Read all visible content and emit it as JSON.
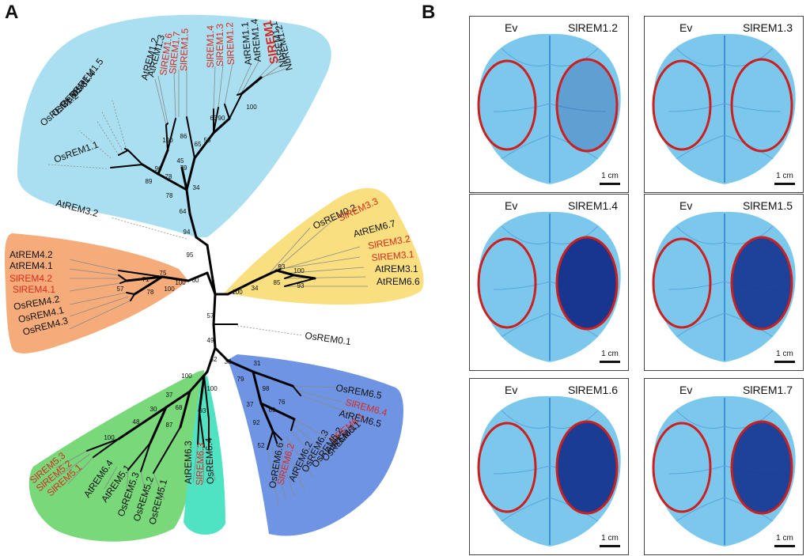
{
  "panels": {
    "a": "A",
    "b": "B"
  },
  "colors": {
    "tree_line": "#000000",
    "thin_line": "#8a8a8a",
    "label_red": "#d62a20",
    "label_black": "#111111",
    "clade_cyan": "#a9dff0",
    "clade_yellow": "#f9df7f",
    "clade_orange": "#f6ac7a",
    "clade_green": "#78d87a",
    "clade_teal": "#4fe3c4",
    "clade_blue": "#6f94e3",
    "leaf_light": "#7cc8ec",
    "leaf_dark": "#16368f",
    "circle": "#cc1f1f"
  },
  "tree": {
    "leaves": [
      {
        "label": "OsREM1.1",
        "red": false
      },
      {
        "label": "OsREM1.2",
        "red": false
      },
      {
        "label": "OsREM1.3",
        "red": false
      },
      {
        "label": "OsREM1.4",
        "red": false
      },
      {
        "label": "OsREM1.5",
        "red": false
      },
      {
        "label": "AtREM1.2",
        "red": false
      },
      {
        "label": "AtREM1.3",
        "red": false
      },
      {
        "label": "SlREM1.6",
        "red": true
      },
      {
        "label": "SlREM1.7",
        "red": true
      },
      {
        "label": "SlREM1.5",
        "red": true
      },
      {
        "label": "SlREM1.4",
        "red": true
      },
      {
        "label": "SlREM1.3",
        "red": true
      },
      {
        "label": "SlREM1.2",
        "red": true
      },
      {
        "label": "AtREM1.1",
        "red": false
      },
      {
        "label": "AtREM1.4",
        "red": false
      },
      {
        "label": "SlREM1",
        "red": true
      },
      {
        "label": "NbREM1.1",
        "red": false
      },
      {
        "label": "NbREM1.2",
        "red": false
      },
      {
        "label": "AtREM3.2",
        "red": false
      },
      {
        "label": "OsREM0.2",
        "red": false
      },
      {
        "label": "SlREM3.3",
        "red": true
      },
      {
        "label": "AtREM6.7",
        "red": false
      },
      {
        "label": "SlREM3.2",
        "red": true
      },
      {
        "label": "SlREM3.1",
        "red": true
      },
      {
        "label": "AtREM3.1",
        "red": false
      },
      {
        "label": "AtREM6.6",
        "red": false
      },
      {
        "label": "AtREM4.2",
        "red": false
      },
      {
        "label": "AtREM4.1",
        "red": false
      },
      {
        "label": "SlREM4.2",
        "red": true
      },
      {
        "label": "SlREM4.1",
        "red": true
      },
      {
        "label": "OsREM4.2",
        "red": false
      },
      {
        "label": "OsREM4.1",
        "red": false
      },
      {
        "label": "OsREM4.3",
        "red": false
      },
      {
        "label": "OsREM0.1",
        "red": false
      },
      {
        "label": "OsREM6.5",
        "red": false
      },
      {
        "label": "SlREM6.4",
        "red": true
      },
      {
        "label": "AtREM6.5",
        "red": false
      },
      {
        "label": "SlREM6.1",
        "red": true
      },
      {
        "label": "AtREM6.1",
        "red": false
      },
      {
        "label": "OsREM6.1",
        "red": false
      },
      {
        "label": "OsREM6.2",
        "red": false
      },
      {
        "label": "OsREM6.3",
        "red": false
      },
      {
        "label": "AtREM6.2",
        "red": false
      },
      {
        "label": "SlREM6.2",
        "red": true
      },
      {
        "label": "OsREM6.6",
        "red": false
      },
      {
        "label": "AtREM6.3",
        "red": false
      },
      {
        "label": "SlREM6.3",
        "red": true
      },
      {
        "label": "OsREM6.4",
        "red": false
      },
      {
        "label": "SlREM5.3",
        "red": true
      },
      {
        "label": "SlREM5.2",
        "red": true
      },
      {
        "label": "SlREM5.1",
        "red": true
      },
      {
        "label": "AtREM6.4",
        "red": false
      },
      {
        "label": "AtREM5.1",
        "red": false
      },
      {
        "label": "OsREM5.3",
        "red": false
      },
      {
        "label": "OsREM5.2",
        "red": false
      },
      {
        "label": "OsREM5.1",
        "red": false
      }
    ],
    "bootstrap": [
      "100",
      "45",
      "86",
      "78",
      "96",
      "89",
      "78",
      "65",
      "79",
      "58",
      "63",
      "90",
      "100",
      "34",
      "64",
      "94",
      "95",
      "60",
      "100",
      "75",
      "71",
      "57",
      "78",
      "100",
      "93",
      "100",
      "34",
      "85",
      "93",
      "100",
      "57",
      "49",
      "62",
      "38",
      "31",
      "79",
      "98",
      "76",
      "37",
      "69",
      "92",
      "52",
      "100",
      "100",
      "93",
      "37",
      "30",
      "68",
      "48",
      "87",
      "100"
    ]
  },
  "leaf_tests": [
    {
      "left_label": "Ev",
      "right_label": "SlREM1.2",
      "scale": "1 cm",
      "right_strength": 0.15
    },
    {
      "left_label": "Ev",
      "right_label": "SlREM1.3",
      "scale": "1 cm",
      "right_strength": 0.0
    },
    {
      "left_label": "Ev",
      "right_label": "SlREM1.4",
      "scale": "1 cm",
      "right_strength": 1.0
    },
    {
      "left_label": "Ev",
      "right_label": "SlREM1.5",
      "scale": "1 cm",
      "right_strength": 0.9
    },
    {
      "left_label": "Ev",
      "right_label": "SlREM1.6",
      "scale": "1 cm",
      "right_strength": 0.95
    },
    {
      "left_label": "Ev",
      "right_label": "SlREM1.7",
      "scale": "1 cm",
      "right_strength": 0.9
    }
  ]
}
